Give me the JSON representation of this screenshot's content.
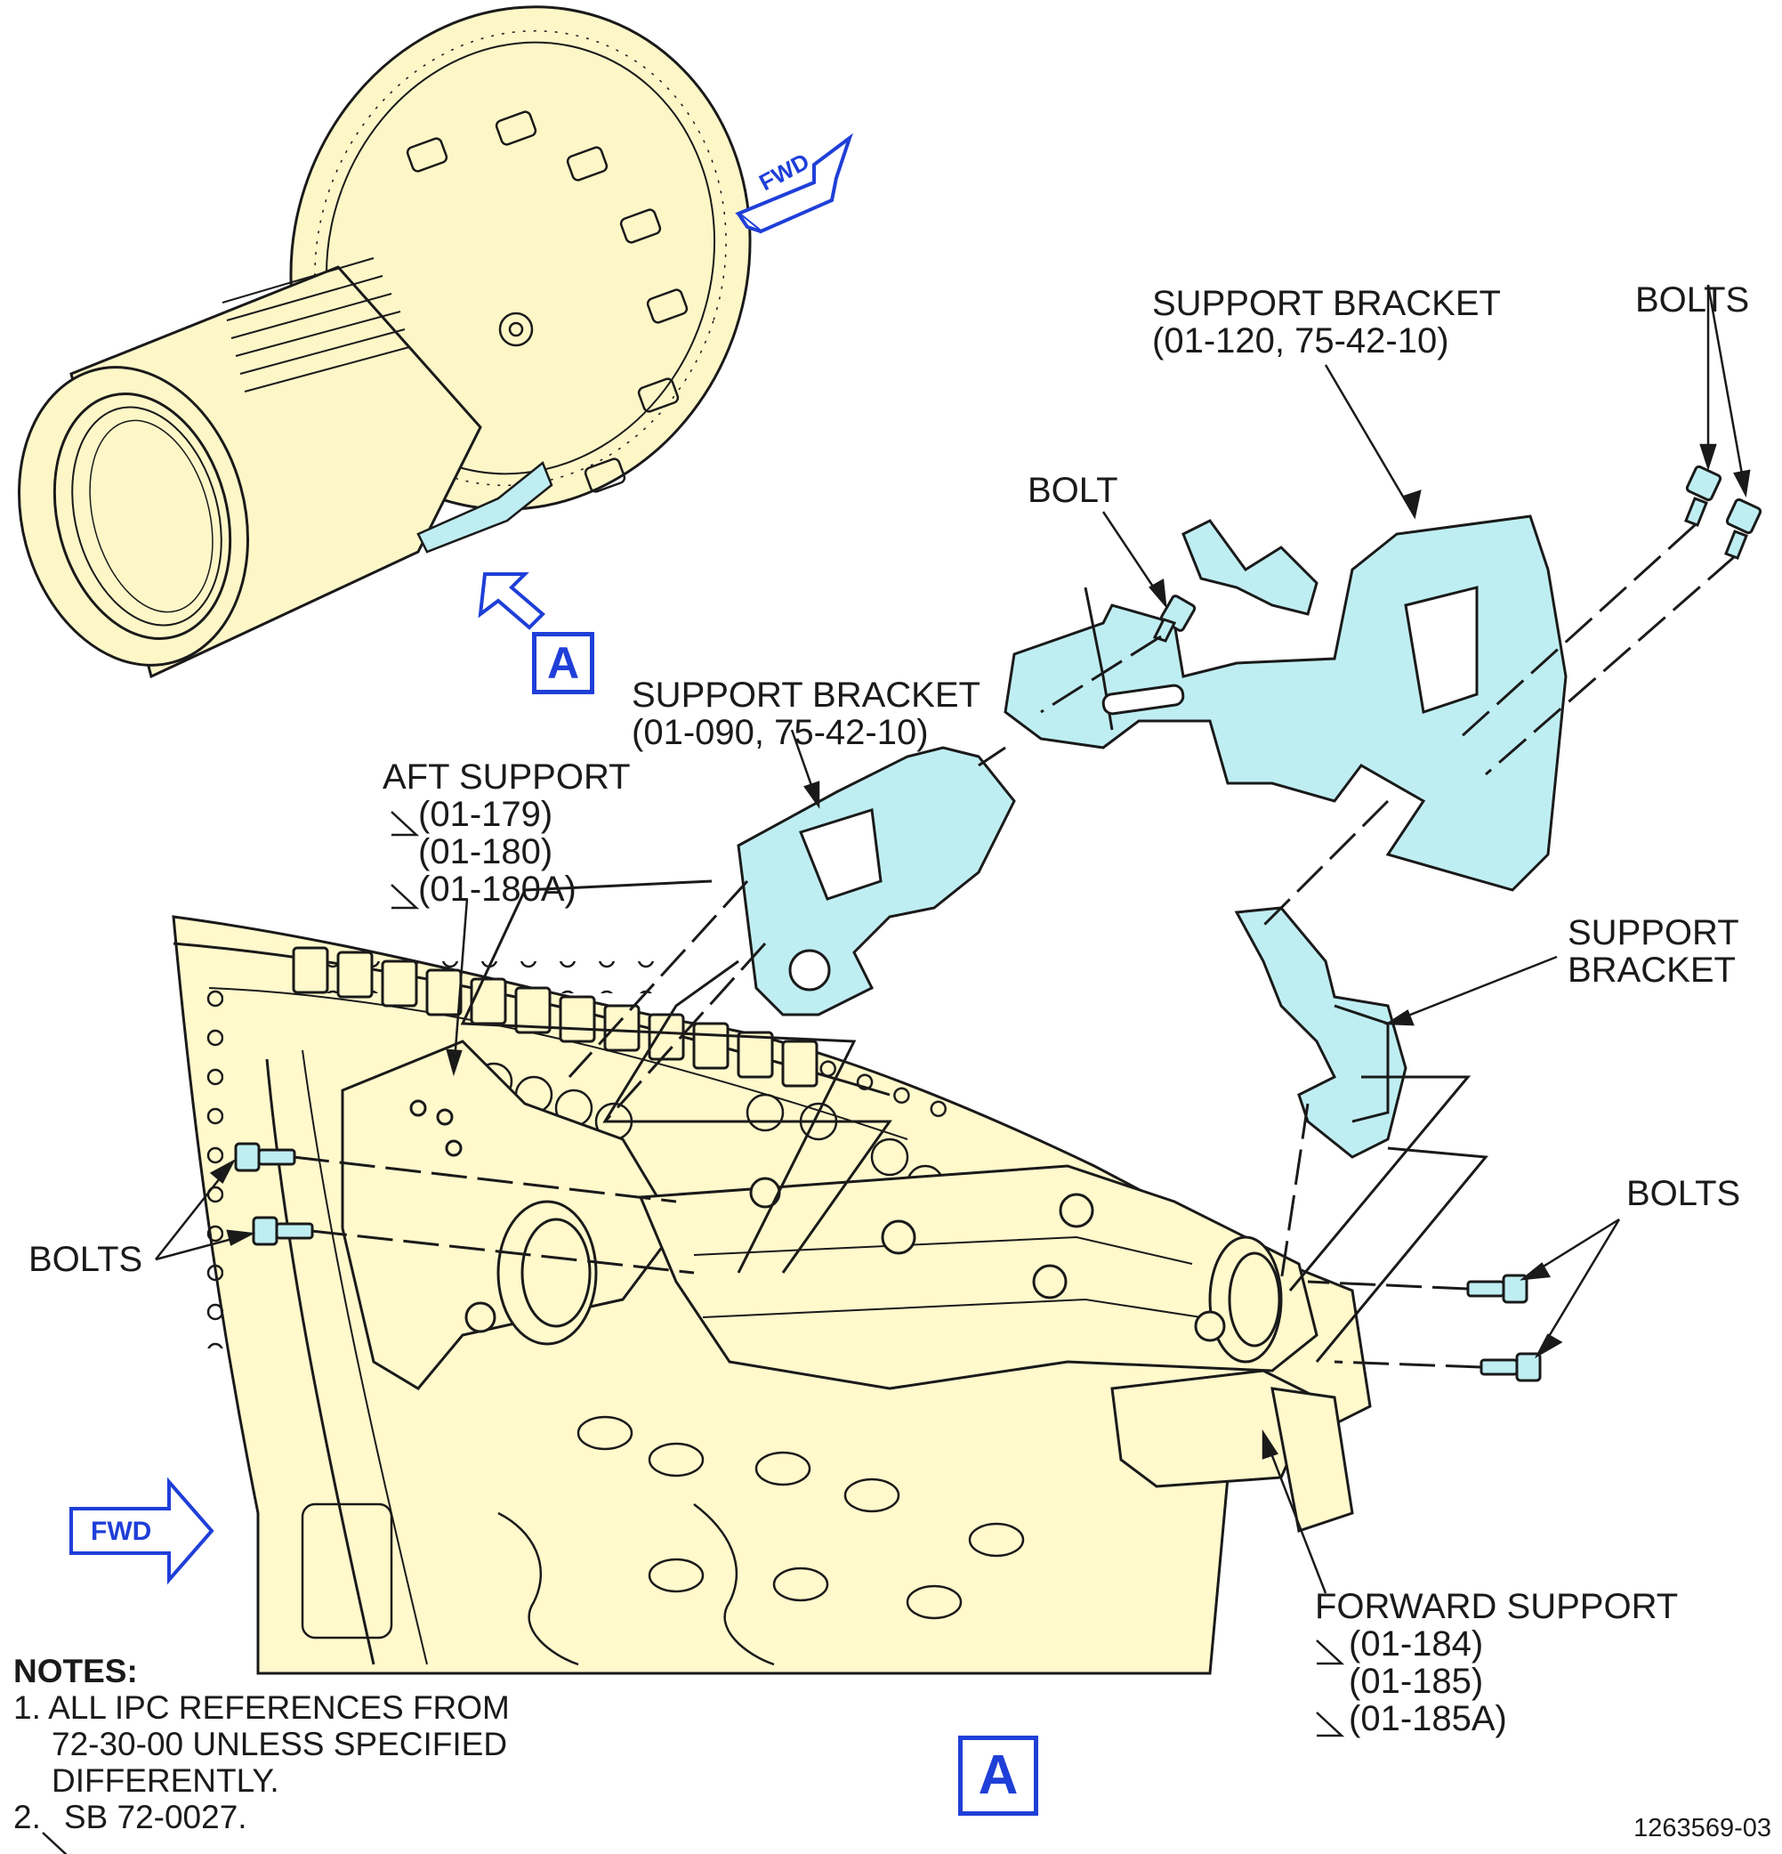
{
  "labels": {
    "support_bracket_upper": [
      "SUPPORT BRACKET",
      "(01-120, 75-42-10)"
    ],
    "bolts_top_right": "BOLTS",
    "bolt_center": "BOLT",
    "support_bracket_mid": [
      "SUPPORT BRACKET",
      "(01-090, 75-42-10)"
    ],
    "aft_support": [
      "AFT SUPPORT",
      "(01-179)",
      "(01-180)",
      "(01-180A)"
    ],
    "support_bracket_right": [
      "SUPPORT",
      "BRACKET"
    ],
    "bolts_left": "BOLTS",
    "bolts_right": "BOLTS",
    "forward_support": [
      "FORWARD SUPPORT",
      "(01-184)",
      "(01-185)",
      "(01-185A)"
    ]
  },
  "view_marker": "A",
  "fwd_arrow": "FWD",
  "notes": {
    "heading": "NOTES:",
    "items": [
      "1. ALL IPC REFERENCES FROM",
      "72-30-00 UNLESS SPECIFIED",
      "DIFFERENTLY.",
      "2.",
      "SB 72-0027."
    ]
  },
  "figure_id": "1263569-03",
  "colors": {
    "engine_fill": "#fdf7c8",
    "detail_fill": "#fff9cc",
    "bracket_fill": "#bfeef2",
    "accent_blue": "#1f3fd8",
    "line": "#1a1a1a"
  }
}
